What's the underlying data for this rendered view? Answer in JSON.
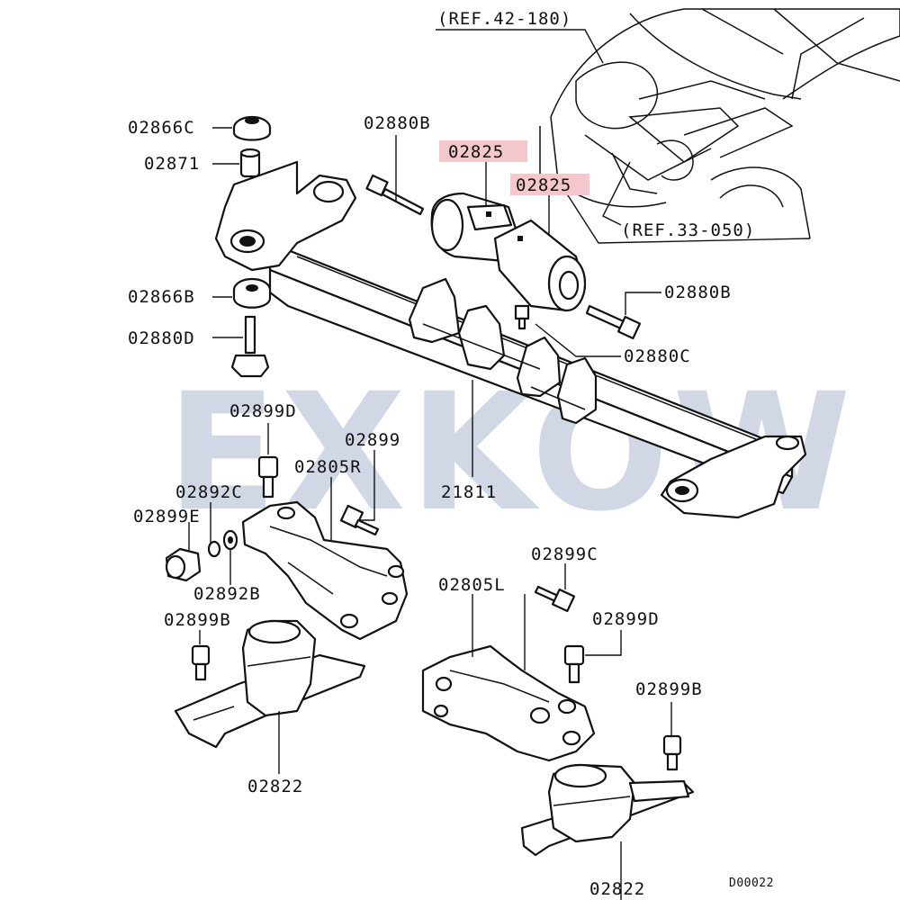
{
  "diagram": {
    "watermark": "EXKOW",
    "drawing_code": "D00022",
    "references": [
      "(REF.42-180)",
      "(REF.33-050)"
    ],
    "labels": {
      "l02866C": "02866C",
      "l02871": "02871",
      "l02866B": "02866B",
      "l02880D": "02880D",
      "l02880B_top": "02880B",
      "l02825_a": "02825",
      "l02825_b": "02825",
      "l02880B_right": "02880B",
      "l02880C": "02880C",
      "l21811": "21811",
      "l02899D_left": "02899D",
      "l02899": "02899",
      "l02805R": "02805R",
      "l02892C": "02892C",
      "l02899E": "02899E",
      "l02892B": "02892B",
      "l02899B_left": "02899B",
      "l02822_left": "02822",
      "l02805L": "02805L",
      "l02899C": "02899C",
      "l02899D_right": "02899D",
      "l02899B_right": "02899B",
      "l02822_right": "02822"
    },
    "highlight_color": "#f4c7cc"
  }
}
